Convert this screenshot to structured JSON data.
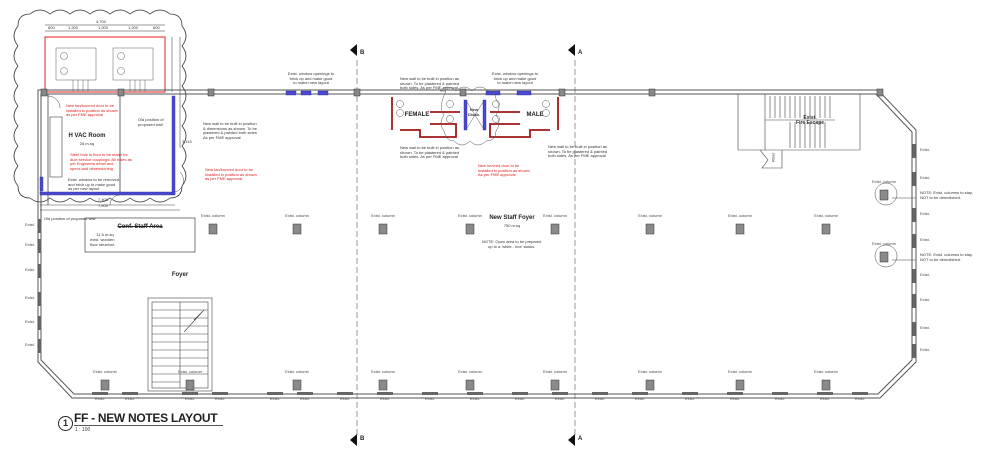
{
  "drawing": {
    "title": "FF - NEW NOTES LAYOUT",
    "view_number": "1",
    "scale": "1 : 100"
  },
  "sections": {
    "b": "B",
    "a": "A"
  },
  "column_label": "Exist. column",
  "exist_label": "Exist.",
  "rooms": {
    "hvac": {
      "name": "H VAC Room",
      "area": "26 m.sq"
    },
    "conf": {
      "name": "Conf. Staff Area",
      "area": "11.6 m.sq",
      "note": "exist. wooden\nfloor structure"
    },
    "foyer": {
      "name": "Foyer"
    },
    "staff_foyer": {
      "name": "New Staff Foyer",
      "area": "750 m.sq",
      "note": "NOTE: Open area to be prepared\nup to a 'white - box' status."
    },
    "female": {
      "name": "FEMALE"
    },
    "male": {
      "name": "MALE"
    },
    "disabled": {
      "name": "New\nDisab."
    },
    "fire_escape": {
      "name": "Exist.\nFire Escape"
    },
    "riser": {
      "name": "Riser"
    }
  },
  "notes": {
    "hvac_door": "New fan/louvred door to be\ninstalled in position as shown\nas per FME approval",
    "hvac_floor": "Steel hole in floor to be made for\nduct service couplings. All holes as\nper Engineers detail and\nspecs and dimensioning",
    "wall_removed": "Exist. window to be removed\nand brick up to make good\nas per new layout",
    "old_wall": "Old position of\nproposed wall",
    "new_wall_right": "New wall to be built in position\n& dimensions as shown. To be\nplastered & painted both sides\nAs per FME approval",
    "hvac_door2": "New fan/louvred door to be\ninstalled in position as shown\nas per FME approval",
    "old_wall_bottom": "Old position of proposed wall",
    "window_left": "Exist. window openings to\nbrick up and make good\nto match new layout",
    "window_right": "Exist. window openings to\nbrick up and make good\nto match new layout",
    "wall_female_top": "New wall to be built in position as\nshown. To be plastered & painted\nboth sides. As per FME approval",
    "wall_female_bottom": "New wall to be built in position as\nshown. To be plastered & painted\nboth sides. As per FME approval",
    "wall_male_bottom": "New wall to be built in position as\nshown. To be plastered & painted\nboth sides. As per FME approval",
    "disab_door": "New louvred door to be\ninstalled in position as shown\nAs per FME approval",
    "columns_stay_1": "NOTE: Exist. columns to stay.\nNOT to be demolished.",
    "columns_stay_2": "NOTE: Exist. columns to stay.\nNOT to be demolished."
  },
  "dimensions": {
    "overall": "4,700",
    "d1": "600",
    "d2": "1,200",
    "d3": "1,000",
    "d4": "1,200",
    "d5": "600",
    "w1": "7,400",
    "w2": "7,600",
    "h1": "3,115"
  },
  "colors": {
    "wall": "#555555",
    "new_wall_blue": "#4a4ad0",
    "new_wall_red": "#b01818",
    "note_red": "#e01818",
    "column": "#8a8a8a"
  }
}
